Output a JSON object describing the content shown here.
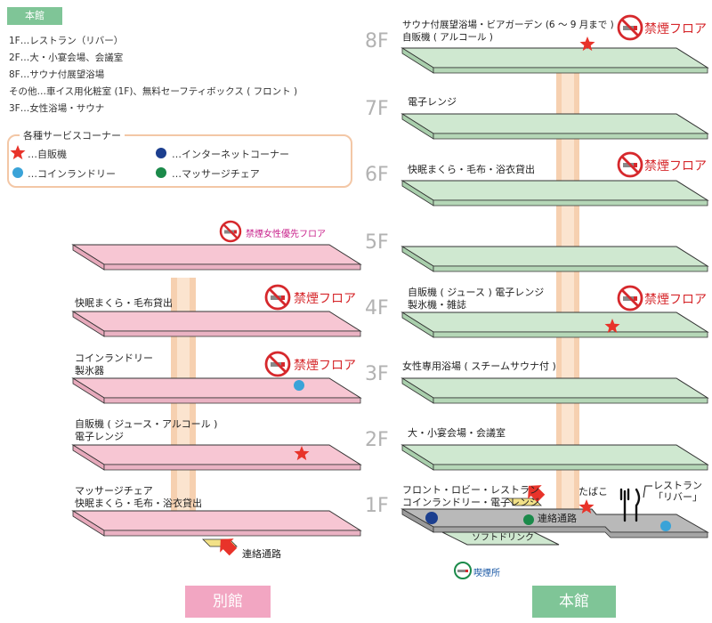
{
  "honkan_tag": "本館",
  "main_info": [
    "1F…レストラン（リバー）",
    "2F…大・小宴会場、会議室",
    "8F…サウナ付展望浴場",
    "その他…車イス用化粧室 (1F)、無料セーフティボックス ( フロント )",
    "3F…女性浴場・サウナ"
  ],
  "legend": {
    "title": "各種サービスコーナー",
    "vending": "…自販機",
    "internet": "…インターネットコーナー",
    "laundry": "…コインランドリー",
    "massage": "…マッサージチェア"
  },
  "colors": {
    "annex_floor": "#f7c6d3",
    "main_floor": "#cfe8d0",
    "ground": "#b9b9b9",
    "column": "#f6d0b0",
    "star": "#e8332a",
    "internet_dot": "#1c3f8f",
    "laundry_dot": "#3aa3d8",
    "massage_dot": "#1b8a4a"
  },
  "annex": {
    "label": "別館",
    "nosmoke_women": "禁煙女性優先フロア",
    "nosmoke": "禁煙フロア",
    "floors": [
      {
        "text": "快眠まくら・毛布貸出"
      },
      {
        "text": "コインランドリー\n製氷器"
      },
      {
        "text": "自販機 ( ジュース・アルコール )\n電子レンジ"
      },
      {
        "text": "マッサージチェア\n快眠まくら・毛布・浴衣貸出"
      }
    ],
    "passage": "連絡通路"
  },
  "main": {
    "label": "本館",
    "floor_numbers": [
      "8F",
      "7F",
      "6F",
      "5F",
      "4F",
      "3F",
      "2F",
      "1F"
    ],
    "nosmoke": "禁煙フロア",
    "floors": {
      "f8": "サウナ付展望浴場・ビアガーデン (6 〜 9 月まで )\n自販機 ( アルコール )",
      "f7": "電子レンジ",
      "f6": "快眠まくら・毛布・浴衣貸出",
      "f4": "自販機 ( ジュース ) 電子レンジ\n製氷機・雑誌",
      "f3": "女性専用浴場 ( スチームサウナ付 )",
      "f2": "大・小宴会場・会議室",
      "f1": "フロント・ロビー・レストラン\nコインランドリー・電子レンジ"
    },
    "tabako": "たばこ",
    "restaurant": "レストラン\n「リバー」",
    "passage": "連絡通路",
    "soft_drink": "ソフトドリンク",
    "smoking_area": "喫煙所"
  }
}
